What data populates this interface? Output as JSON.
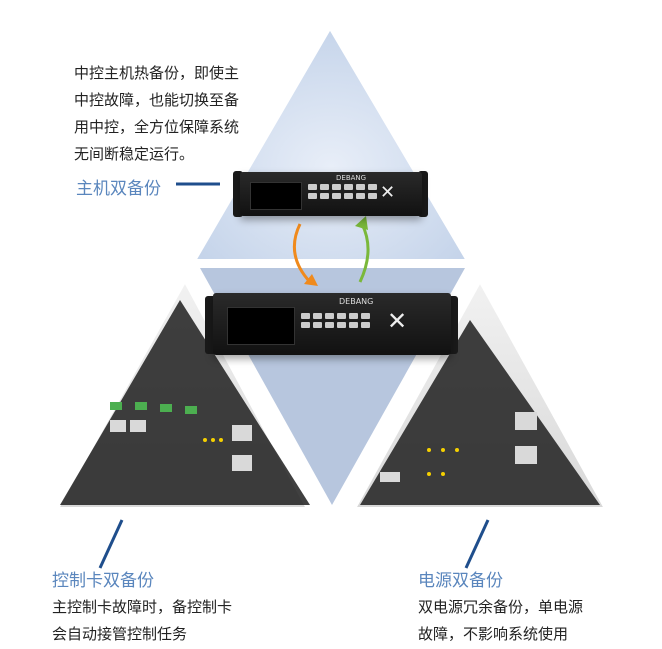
{
  "sections": {
    "host": {
      "title": "主机双备份",
      "desc": [
        "中控主机热备份，即使主",
        "中控故障，也能切换至备",
        "用中控，全方位保障系统",
        "无间断稳定运行。"
      ]
    },
    "card": {
      "title": "控制卡双备份",
      "desc": [
        "主控制卡故障时，备控制卡",
        "会自动接管控制任务"
      ]
    },
    "power": {
      "title": "电源双备份",
      "desc": [
        "双电源冗余备份，单电源",
        "故障，不影响系统使用"
      ]
    }
  },
  "device": {
    "brand": "DEBANG"
  },
  "colors": {
    "accent": "#5a86bd",
    "line": "#1f4e8c",
    "arrow_orange": "#f08a1c",
    "arrow_green": "#7ab83a"
  }
}
